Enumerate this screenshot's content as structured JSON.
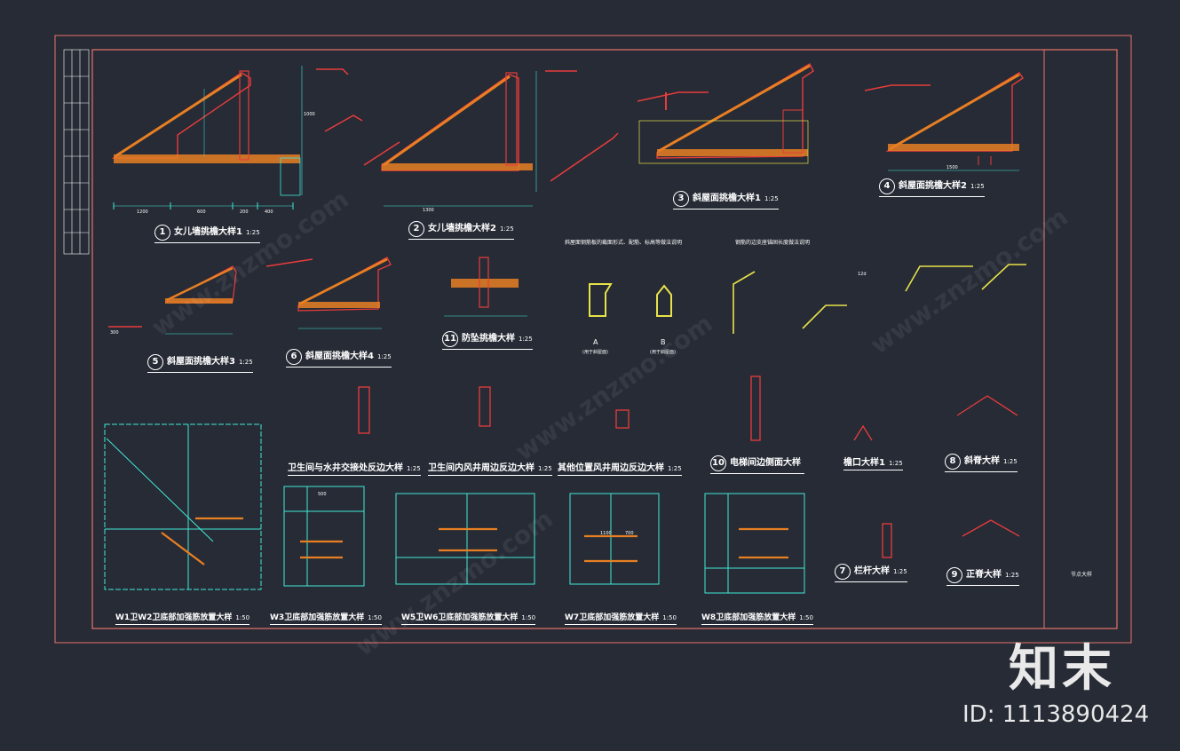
{
  "drawing": {
    "frame_color": "#e8746a",
    "line_color": "#e83c3c",
    "hatch_color": "#e87f23",
    "dim_color": "#43e8d8",
    "aux_color": "#e8e24a",
    "side_title": "节点大样"
  },
  "details": [
    {
      "num": "1",
      "title": "女儿墙挑檐大样1",
      "scale": "1:25"
    },
    {
      "num": "2",
      "title": "女儿墙挑檐大样2",
      "scale": "1:25"
    },
    {
      "num": "3",
      "title": "斜屋面挑檐大样1",
      "scale": "1:25"
    },
    {
      "num": "4",
      "title": "斜屋面挑檐大样2",
      "scale": "1:25"
    },
    {
      "num": "5",
      "title": "斜屋面挑檐大样3",
      "scale": "1:25"
    },
    {
      "num": "6",
      "title": "斜屋面挑檐大样4",
      "scale": "1:25"
    },
    {
      "num": "11",
      "title": "防坠挑檐大样",
      "scale": "1:25"
    },
    {
      "num": "10",
      "title": "电梯间边侧面大样",
      "scale": ""
    },
    {
      "num": "",
      "title": "檐口大样1",
      "scale": "1:25"
    },
    {
      "num": "8",
      "title": "斜脊大样",
      "scale": "1:25"
    },
    {
      "num": "7",
      "title": "栏杆大样",
      "scale": "1:25"
    },
    {
      "num": "9",
      "title": "正脊大样",
      "scale": "1:25"
    },
    {
      "num": "",
      "title": "卫生间与水井交接处反边大样",
      "scale": "1:25"
    },
    {
      "num": "",
      "title": "卫生间内风井周边反边大样",
      "scale": "1:25"
    },
    {
      "num": "",
      "title": "其他位置风井周边反边大样",
      "scale": "1:25"
    },
    {
      "num": "",
      "title": "W1卫W2卫底部加强筋放置大样",
      "scale": "1:50"
    },
    {
      "num": "",
      "title": "W3卫底部加强筋放置大样",
      "scale": "1:50"
    },
    {
      "num": "",
      "title": "W5卫W6卫底部加强筋放置大样",
      "scale": "1:50"
    },
    {
      "num": "",
      "title": "W7卫底部加强筋放置大样",
      "scale": "1:50"
    },
    {
      "num": "",
      "title": "W8卫底部加强筋放置大样",
      "scale": "1:50"
    }
  ],
  "notes": {
    "n1_title": "斜屋面钢筋板的截面形式、配筋、标高等做法说明",
    "n2_title": "钢筋的边支座锚固长度做法说明",
    "sec_a": "A",
    "sec_b": "B",
    "sec_a_sub": "(用于斜屋面)",
    "sec_b_sub": "(用于斜屋面)"
  },
  "dims": {
    "d1200": "1200",
    "d600": "600",
    "d200": "200",
    "d400": "400",
    "d300": "300",
    "d1300": "1300",
    "d1500": "1500",
    "d1000": "1000",
    "d500": "500",
    "d700": "700",
    "d1100": "1100",
    "d12d": "12d"
  },
  "brand": {
    "logo_text": "知末",
    "id_text": "ID: 1113890424"
  }
}
